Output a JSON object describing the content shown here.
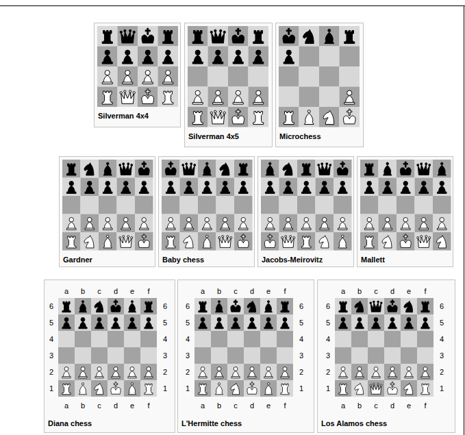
{
  "diagram": {
    "nodes": [
      {
        "text": [
          "Silverman 4x4"
        ]
      },
      {
        "text": [
          "Silverman 4x5"
        ]
      },
      {
        "text": [
          "Microchess"
        ]
      },
      {
        "text": [
          "Gardner"
        ]
      },
      {
        "text": [
          "Baby chess"
        ]
      },
      {
        "text": [
          "Jacobs-Meirovitz"
        ]
      },
      {
        "text": [
          "Mallett"
        ]
      },
      {
        "text": [
          "Diana chess"
        ]
      },
      {
        "text": [
          "L'Hermitte chess"
        ]
      },
      {
        "text": [
          "Los Alamos chess"
        ]
      }
    ],
    "labels": [
      "a",
      "b",
      "c",
      "d",
      "e",
      "f",
      "6",
      "6",
      "5",
      "5",
      "4",
      "4",
      "3",
      "3",
      "2",
      "2",
      "1",
      "1",
      "a",
      "b",
      "c",
      "d",
      "e",
      "f",
      "a",
      "b",
      "c",
      "d",
      "e",
      "f",
      "6",
      "6",
      "5",
      "5",
      "4",
      "4",
      "3",
      "3",
      "2",
      "2",
      "1",
      "1",
      "a",
      "b",
      "c",
      "d",
      "e",
      "f",
      "a",
      "b",
      "c",
      "d",
      "e",
      "f",
      "6",
      "6",
      "5",
      "5",
      "4",
      "4",
      "3",
      "3",
      "2",
      "2",
      "1",
      "1",
      "a",
      "b",
      "c",
      "d",
      "e",
      "f"
    ]
  }
}
